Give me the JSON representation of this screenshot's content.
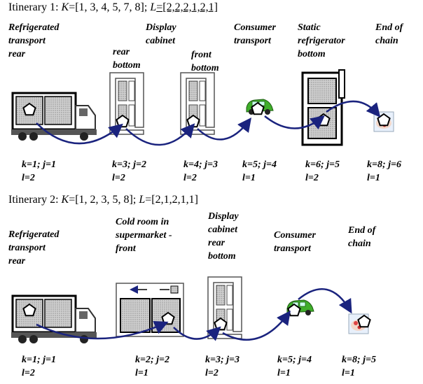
{
  "itinerary1": {
    "title": {
      "name": "Itinerary 1: ",
      "k": "K",
      "k_val": "=[1, 3, 4, 5, 7, 8]; ",
      "l": "L",
      "l_val": "=[2,2,2,1,2,1]"
    },
    "stages": [
      {
        "label": "Refrigerated\ntransport\nrear",
        "k_line": "k=1; j=1",
        "l_line": "l=2"
      },
      {
        "label": "Display\ncabinet",
        "sub": "rear\nbottom",
        "k_line": "k=3; j=2",
        "l_line": "l=2"
      },
      {
        "label": "",
        "sub": "front\nbottom",
        "k_line": "k=4; j=3",
        "l_line": "l=2"
      },
      {
        "label": "Consumer\ntransport",
        "k_line": "k=5; j=4",
        "l_line": "l=1"
      },
      {
        "label": "Static\nrefrigerator\nbottom",
        "k_line": "k=6; j=5",
        "l_line": "l=2"
      },
      {
        "label": "End of\nchain",
        "k_line": "k=8; j=6",
        "l_line": "l=1"
      }
    ]
  },
  "itinerary2": {
    "title": {
      "name": "Itinerary 2: ",
      "k": "K",
      "k_val": "=[1, 2, 3, 5, 8]; ",
      "l": "L",
      "l_val": "=[2,1,2,1,1]"
    },
    "stages": [
      {
        "label": "Refrigerated\ntransport\nrear",
        "k_line": "k=1; j=1",
        "l_line": "l=2"
      },
      {
        "label": "Cold room in\nsupermarket -\nfront",
        "k_line": "k=2; j=2",
        "l_line": "l=1"
      },
      {
        "label": "Display\ncabinet\nrear\nbottom",
        "k_line": "k=3; j=3",
        "l_line": "l=2"
      },
      {
        "label": "Consumer\ntransport",
        "k_line": "k=5; j=4",
        "l_line": "l=1"
      },
      {
        "label": "End of\nchain",
        "k_line": "k=8; j=5",
        "l_line": "l=1"
      }
    ]
  },
  "colors": {
    "arrow": "#1a237e",
    "hatch": "#bdbdbd",
    "car": "#3fae2a"
  }
}
